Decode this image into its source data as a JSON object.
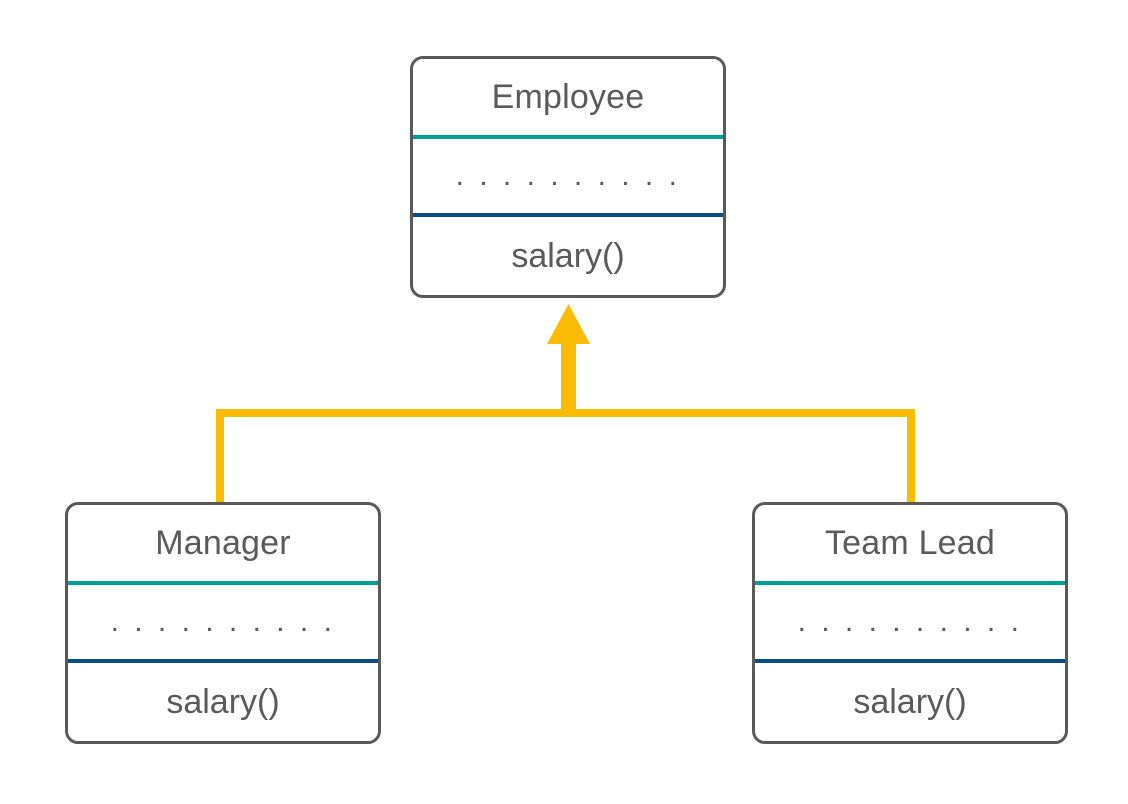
{
  "diagram": {
    "type": "uml-class-diagram",
    "relationship": "generalization",
    "colors": {
      "box_border": "#595959",
      "text": "#5a5a5a",
      "attribute_divider": "#00a098",
      "method_divider": "#0b4f82",
      "connector": "#fabb05",
      "background": "#ffffff"
    },
    "classes": [
      {
        "id": "employee",
        "name": "Employee",
        "attributes": ". . . . . . . . . .",
        "methods": "salary()",
        "role": "parent"
      },
      {
        "id": "manager",
        "name": "Manager",
        "attributes": ". . . . . . . . . .",
        "methods": "salary()",
        "role": "child"
      },
      {
        "id": "teamlead",
        "name": "Team Lead",
        "attributes": ". . . . . . . . . .",
        "methods": "salary()",
        "role": "child"
      }
    ],
    "connections": [
      {
        "from": "manager",
        "to": "employee",
        "kind": "inheritance-arrow"
      },
      {
        "from": "teamlead",
        "to": "employee",
        "kind": "inheritance-arrow"
      }
    ]
  }
}
